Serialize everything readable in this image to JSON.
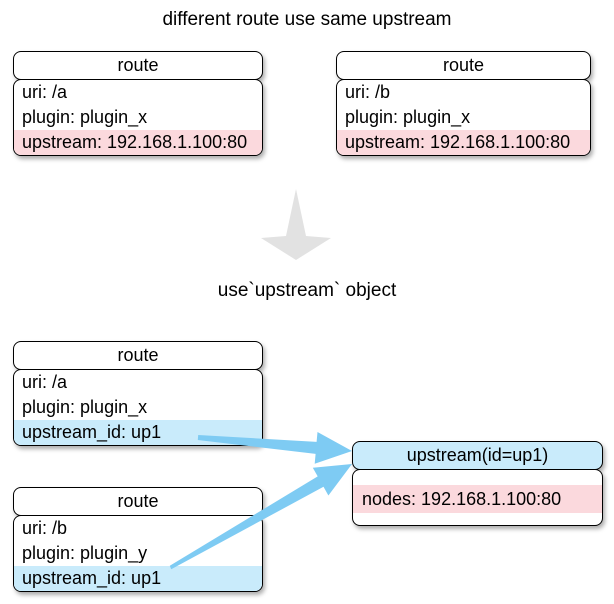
{
  "title": "different route use same upstream",
  "transform_label": "use`upstream` object",
  "top_section": {
    "routes": [
      {
        "header": "route",
        "rows": [
          {
            "text": "uri: /a",
            "highlight": "none"
          },
          {
            "text": "plugin: plugin_x",
            "highlight": "none"
          },
          {
            "text": "upstream: 192.168.1.100:80",
            "highlight": "pink"
          }
        ]
      },
      {
        "header": "route",
        "rows": [
          {
            "text": "uri: /b",
            "highlight": "none"
          },
          {
            "text": "plugin: plugin_x",
            "highlight": "none"
          },
          {
            "text": "upstream: 192.168.1.100:80",
            "highlight": "pink"
          }
        ]
      }
    ]
  },
  "bottom_section": {
    "routes": [
      {
        "header": "route",
        "rows": [
          {
            "text": "uri: /a",
            "highlight": "none"
          },
          {
            "text": "plugin: plugin_x",
            "highlight": "none"
          },
          {
            "text": "upstream_id: up1",
            "highlight": "blue"
          }
        ]
      },
      {
        "header": "route",
        "rows": [
          {
            "text": "uri: /b",
            "highlight": "none"
          },
          {
            "text": "plugin: plugin_y",
            "highlight": "none"
          },
          {
            "text": "upstream_id: up1",
            "highlight": "blue"
          }
        ]
      }
    ],
    "upstream": {
      "header": "upstream(id=up1)",
      "rows": [
        {
          "text": "nodes: 192.168.1.100:80",
          "highlight": "pink"
        }
      ]
    }
  },
  "colors": {
    "highlight_pink": "#fbd9dd",
    "highlight_blue": "#c9ebfb",
    "arrow_blue": "#7ecbf3",
    "arrow_gray": "#e2e2e2",
    "border_color": "#000000"
  }
}
